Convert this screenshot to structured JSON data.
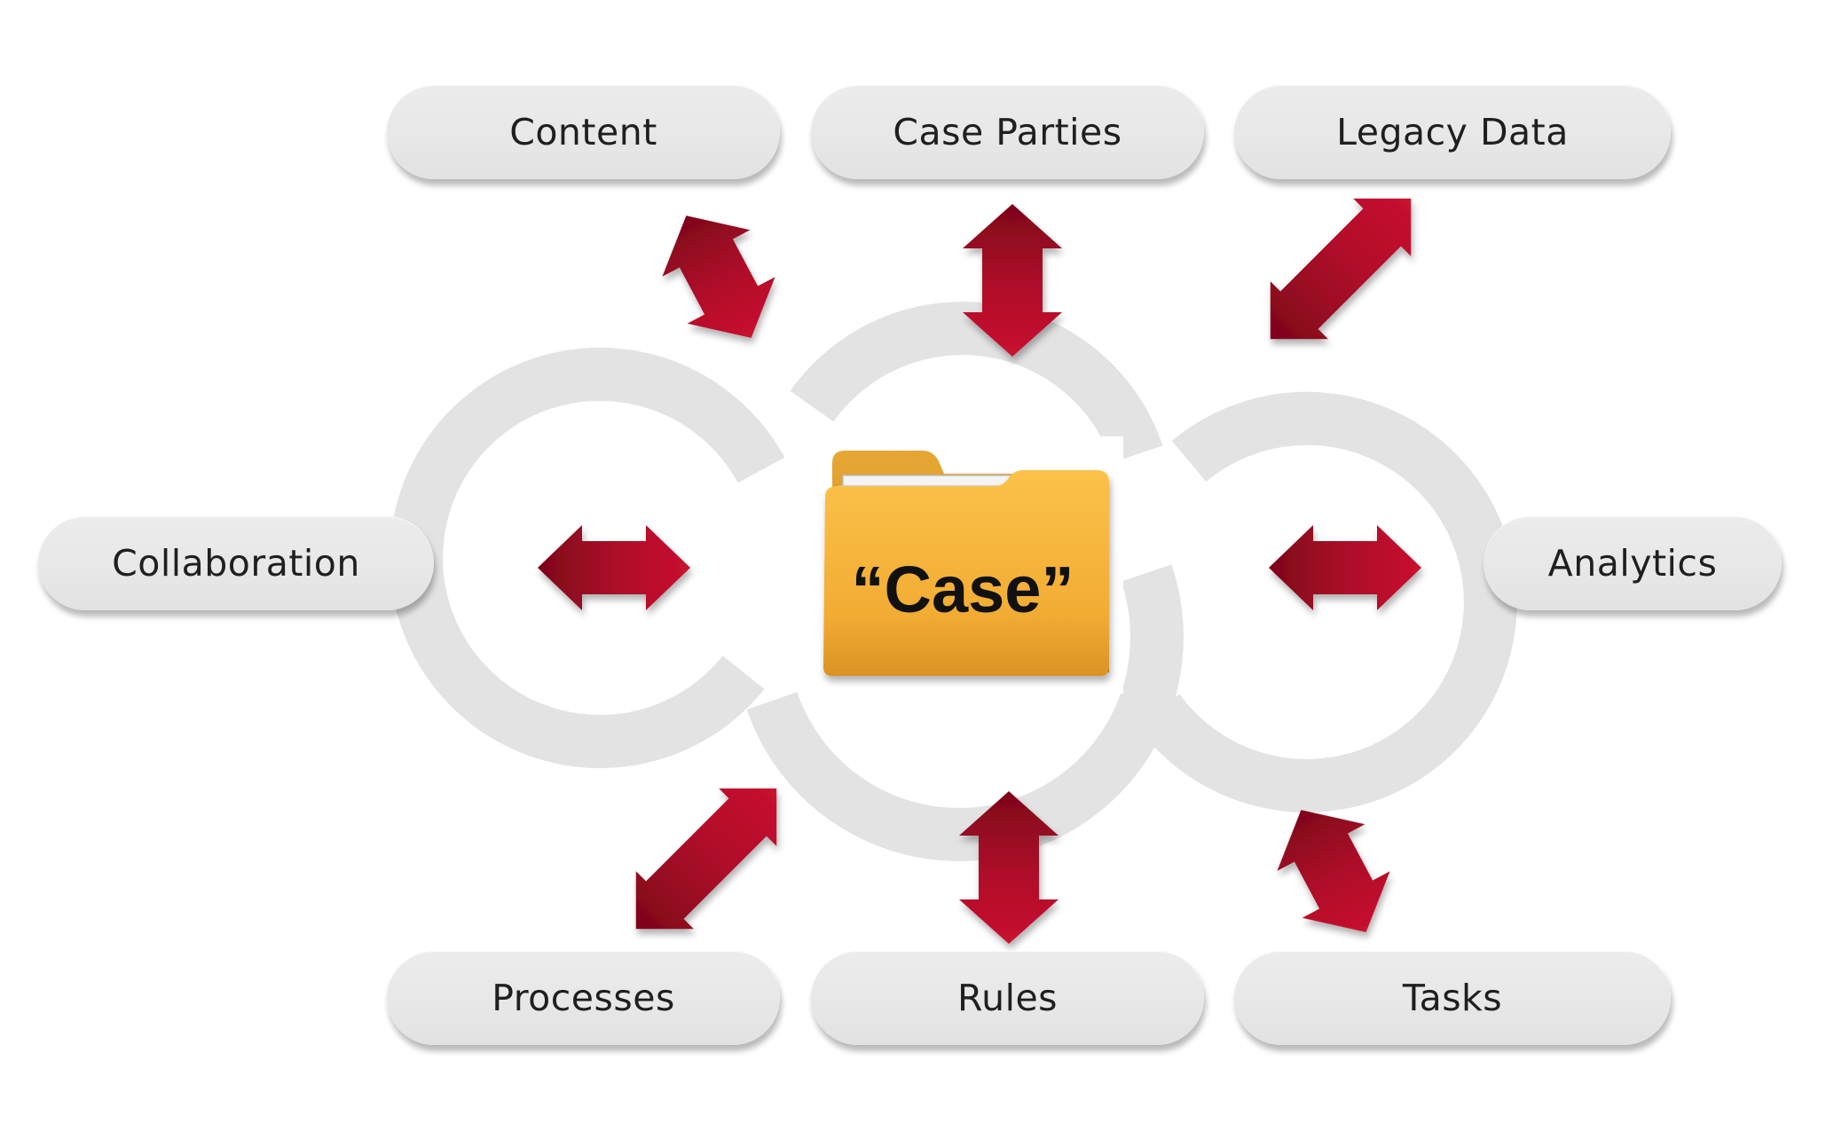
{
  "center": {
    "label": "“Case”",
    "icon": "folder-icon"
  },
  "nodes": {
    "content": "Content",
    "case_parties": "Case Parties",
    "legacy_data": "Legacy Data",
    "collaboration": "Collaboration",
    "analytics": "Analytics",
    "processes": "Processes",
    "rules": "Rules",
    "tasks": "Tasks"
  },
  "colors": {
    "arrow_light": "#c0102f",
    "arrow_dark": "#7d0519",
    "pill_fill": "#e8e8e8",
    "ring_gray": "#e3e3e3",
    "folder_light": "#fbbf45",
    "folder_dark": "#dc9224"
  }
}
